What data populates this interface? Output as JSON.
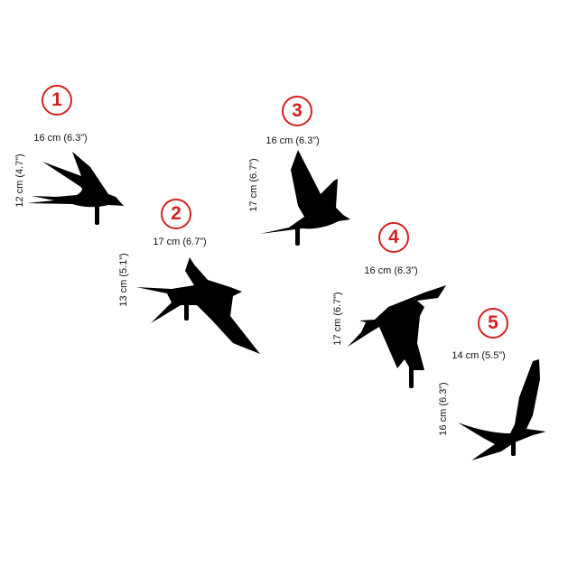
{
  "accent_color": "#d42020",
  "birds": [
    {
      "number": "1",
      "width": "16 cm (6.3”)",
      "height": "12 cm (4.7”)"
    },
    {
      "number": "2",
      "width": "17 cm (6.7”)",
      "height": "13 cm (5.1”)"
    },
    {
      "number": "3",
      "width": "16 cm (6.3”)",
      "height": "17 cm (6.7”)"
    },
    {
      "number": "4",
      "width": "16 cm (6.3”)",
      "height": "17 cm (6.7”)"
    },
    {
      "number": "5",
      "width": "14 cm (5.5”)",
      "height": "16 cm (6.3”)"
    }
  ]
}
